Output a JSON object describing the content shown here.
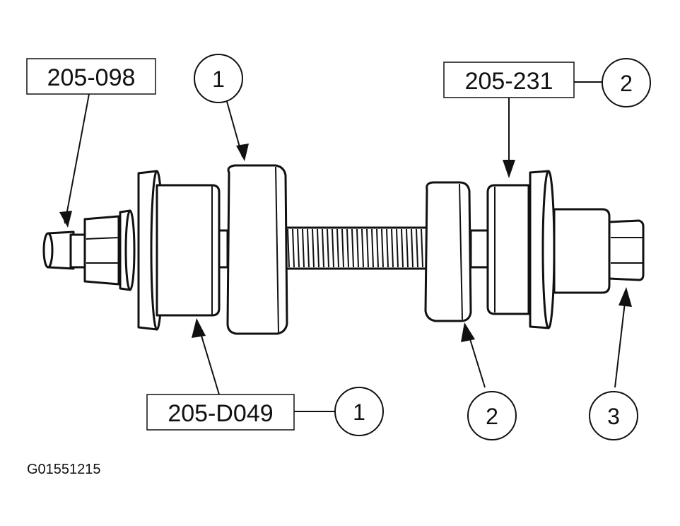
{
  "figure": {
    "id": "G01551215"
  },
  "tool_labels": {
    "top_left": "205-098",
    "top_right": "205-231",
    "bottom": "205-D049"
  },
  "callouts": {
    "top_left_circle": "1",
    "top_right_circle": "2",
    "bottom_left_circle": "1",
    "bottom_mid_circle": "2",
    "bottom_right_circle": "3"
  }
}
